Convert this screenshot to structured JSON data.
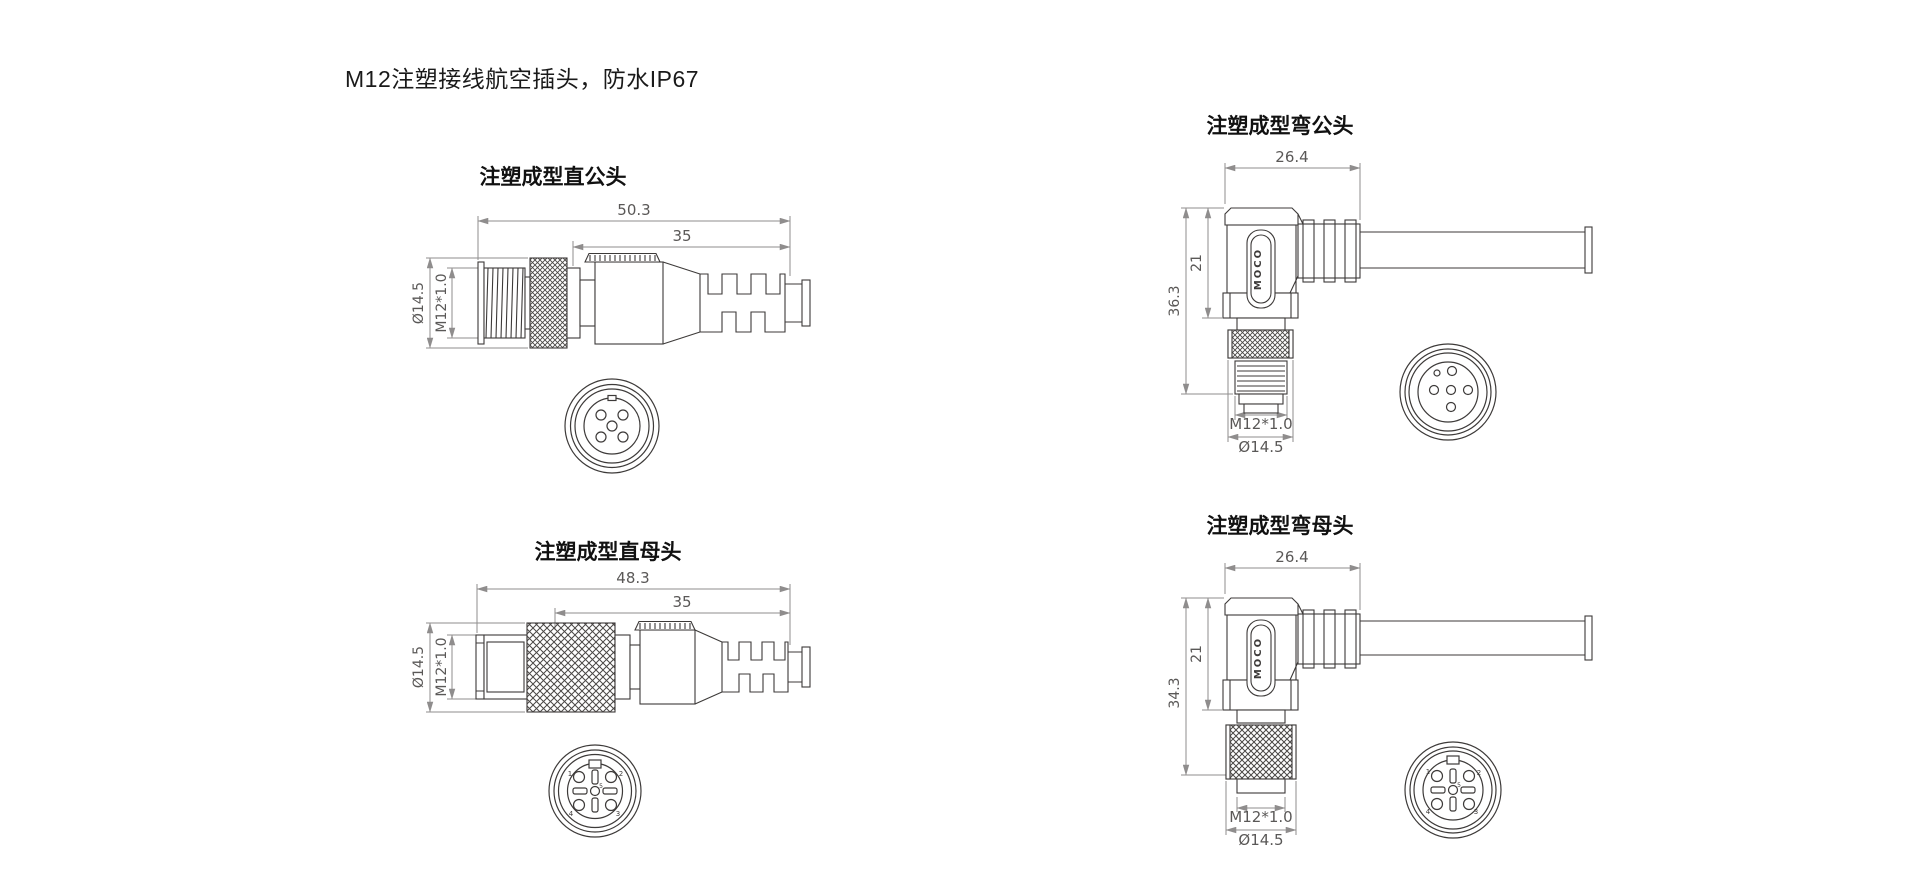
{
  "page": {
    "heading": "M12注塑接线航空插头，防水IP67"
  },
  "drawings": {
    "straight_male": {
      "title": "注塑成型直公头",
      "dim_overall_length": "50.3",
      "dim_molded_length": "35",
      "dim_diameter": "Ø14.5",
      "dim_thread": "M12*1.0"
    },
    "bent_male": {
      "title": "注塑成型弯公头",
      "dim_top_width": "26.4",
      "dim_body_height": "21",
      "dim_overall_height": "36.3",
      "dim_thread": "M12*1.0",
      "dim_diameter": "Ø14.5",
      "logo": "MOCO"
    },
    "straight_female": {
      "title": "注塑成型直母头",
      "dim_overall_length": "48.3",
      "dim_molded_length": "35",
      "dim_diameter": "Ø14.5",
      "dim_thread": "M12*1.0",
      "pin_labels": [
        "1",
        "2",
        "3",
        "4",
        "5"
      ]
    },
    "bent_female": {
      "title": "注塑成型弯母头",
      "dim_top_width": "26.4",
      "dim_body_height": "21",
      "dim_overall_height": "34.3",
      "dim_thread": "M12*1.0",
      "dim_diameter": "Ø14.5",
      "logo": "MOCO",
      "pin_labels": [
        "1",
        "2",
        "3",
        "4",
        "5"
      ]
    }
  }
}
